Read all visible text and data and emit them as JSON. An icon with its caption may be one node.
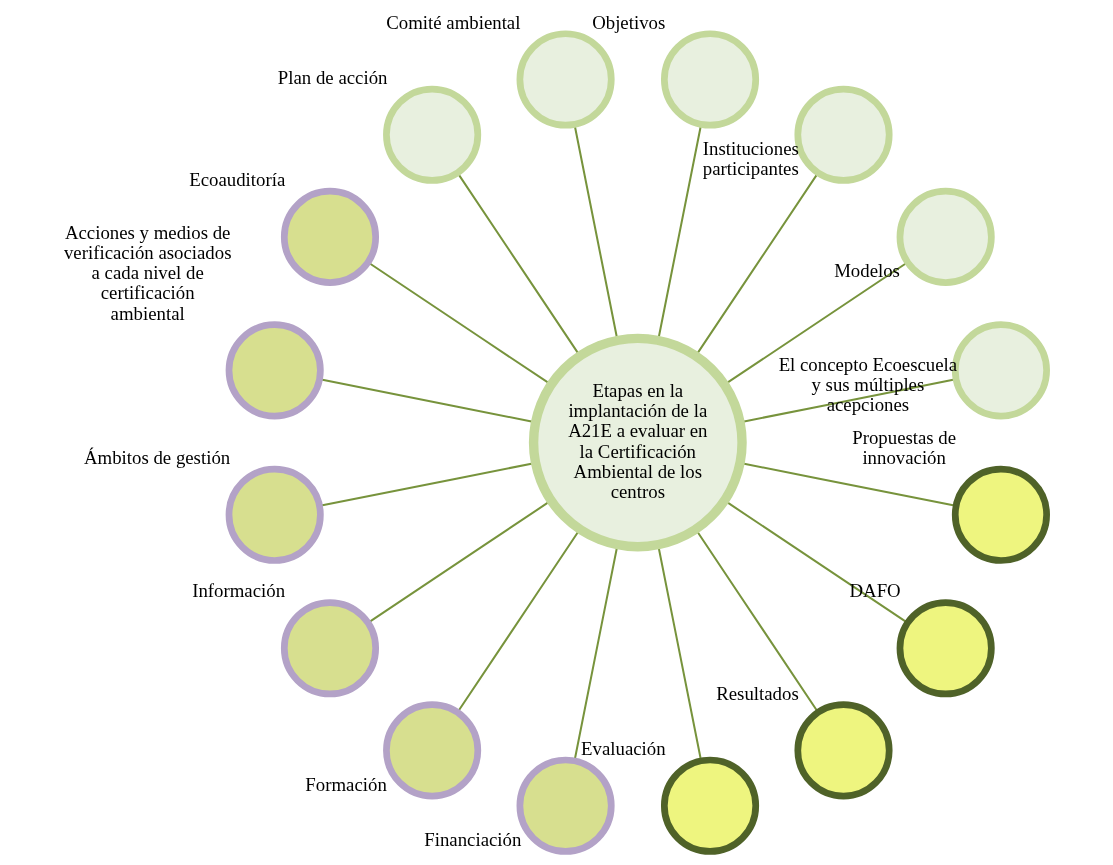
{
  "diagram": {
    "nodes": [
      {
        "text": [
          "Etapas en la implantación de la A21E a evaluar en la Certificación Ambiental de los centros"
        ]
      },
      {
        "text": [],
        "shape": "circle",
        "beside": [
          "El concepto Ecoescuela y sus múltiples acepciones"
        ]
      },
      {
        "text": [],
        "shape": "circle",
        "beside": [
          "Modelos"
        ]
      },
      {
        "text": [],
        "shape": "circle",
        "beside": [
          "Instituciones participantes"
        ]
      },
      {
        "text": [],
        "shape": "circle",
        "beside": [
          "Objetivos"
        ]
      },
      {
        "text": [],
        "shape": "circle",
        "beside": [
          "Comité ambiental"
        ]
      },
      {
        "text": [],
        "shape": "circle",
        "beside": [
          "Plan de acción"
        ]
      },
      {
        "text": [],
        "shape": "circle",
        "beside": [
          "Ecoauditoría"
        ]
      },
      {
        "text": [],
        "shape": "circle",
        "beside": [
          "Acciones y medios de verificación asociados a cada nivel de certificación ambiental"
        ]
      },
      {
        "text": [],
        "shape": "circle",
        "beside": [
          "Ámbitos de gestión"
        ]
      },
      {
        "text": [],
        "shape": "circle",
        "beside": [
          "Información"
        ]
      },
      {
        "text": [],
        "shape": "circle",
        "beside": [
          "Formación"
        ]
      },
      {
        "text": [],
        "shape": "circle",
        "beside": [
          "Financiación"
        ]
      },
      {
        "text": [],
        "shape": "circle",
        "beside": [
          "Evaluación"
        ]
      },
      {
        "text": [],
        "shape": "circle",
        "beside": [
          "Resultados"
        ]
      },
      {
        "text": [],
        "shape": "circle",
        "beside": [
          "DAFO"
        ]
      },
      {
        "text": [],
        "shape": "circle",
        "beside": [
          "Propuestas de innovación"
        ]
      }
    ],
    "edges": [
      {
        "from": 0,
        "to": 1,
        "arrow": "none"
      },
      {
        "from": 0,
        "to": 2,
        "arrow": "none"
      },
      {
        "from": 0,
        "to": 3,
        "arrow": "none"
      },
      {
        "from": 0,
        "to": 4,
        "arrow": "none"
      },
      {
        "from": 0,
        "to": 5,
        "arrow": "none"
      },
      {
        "from": 0,
        "to": 6,
        "arrow": "none"
      },
      {
        "from": 0,
        "to": 7,
        "arrow": "none"
      },
      {
        "from": 0,
        "to": 8,
        "arrow": "none"
      },
      {
        "from": 0,
        "to": 9,
        "arrow": "none"
      },
      {
        "from": 0,
        "to": 10,
        "arrow": "none"
      },
      {
        "from": 0,
        "to": 11,
        "arrow": "none"
      },
      {
        "from": 0,
        "to": 12,
        "arrow": "none"
      },
      {
        "from": 0,
        "to": 13,
        "arrow": "none"
      },
      {
        "from": 0,
        "to": 14,
        "arrow": "none"
      },
      {
        "from": 0,
        "to": 15,
        "arrow": "none"
      },
      {
        "from": 0,
        "to": 16,
        "arrow": "none"
      }
    ]
  }
}
